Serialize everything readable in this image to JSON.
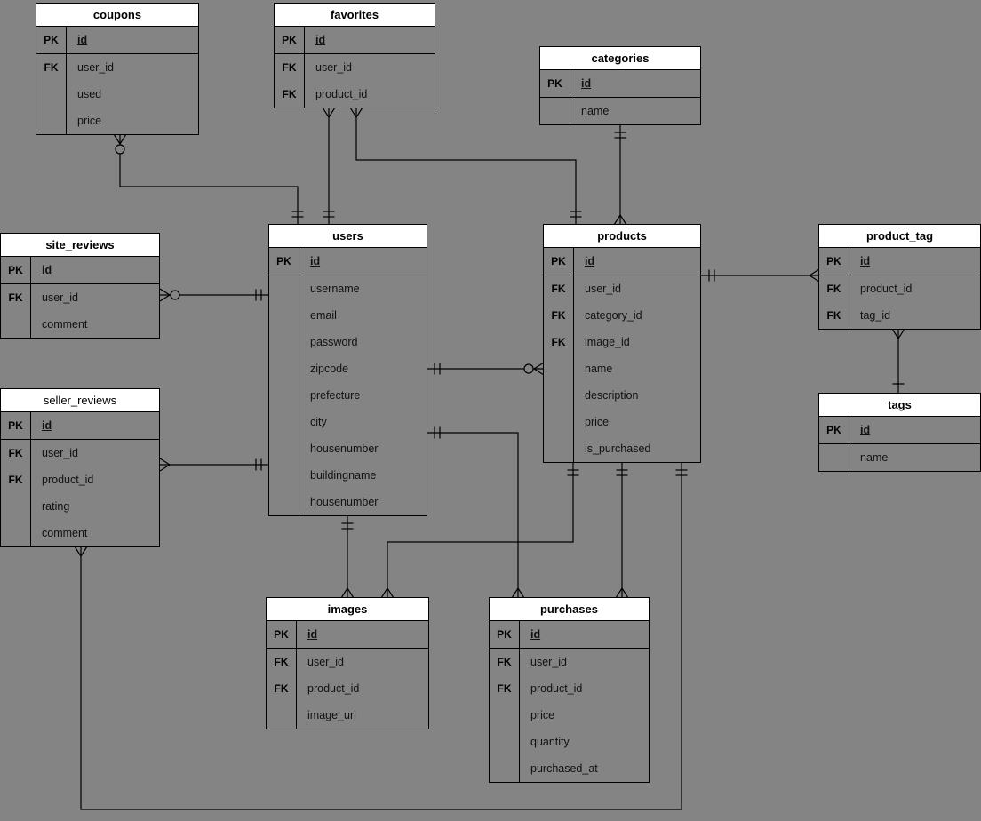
{
  "diagram_type": "entity-relationship-diagram",
  "colors": {
    "background": "#848484",
    "table_header_bg": "#ffffff",
    "table_body_bg": "#848484",
    "border": "#000000",
    "line": "#000000",
    "text": "#000000"
  },
  "tables": [
    {
      "id": "coupons",
      "title": "coupons",
      "title_bold": true,
      "pk": {
        "key": "PK",
        "field": "id"
      },
      "fields": [
        {
          "key": "FK",
          "field": "user_id"
        },
        {
          "key": "",
          "field": "used"
        },
        {
          "key": "",
          "field": "price"
        }
      ]
    },
    {
      "id": "favorites",
      "title": "favorites",
      "title_bold": true,
      "pk": {
        "key": "PK",
        "field": "id"
      },
      "fields": [
        {
          "key": "FK",
          "field": "user_id"
        },
        {
          "key": "FK",
          "field": "product_id"
        }
      ]
    },
    {
      "id": "categories",
      "title": "categories",
      "title_bold": true,
      "pk": {
        "key": "PK",
        "field": "id"
      },
      "fields": [
        {
          "key": "",
          "field": "name"
        }
      ]
    },
    {
      "id": "site_reviews",
      "title": "site_reviews",
      "title_bold": true,
      "pk": {
        "key": "PK",
        "field": "id"
      },
      "fields": [
        {
          "key": "FK",
          "field": "user_id"
        },
        {
          "key": "",
          "field": "comment"
        }
      ]
    },
    {
      "id": "users",
      "title": "users",
      "title_bold": true,
      "pk": {
        "key": "PK",
        "field": "id"
      },
      "fields": [
        {
          "key": "",
          "field": "username"
        },
        {
          "key": "",
          "field": "email"
        },
        {
          "key": "",
          "field": "password"
        },
        {
          "key": "",
          "field": "zipcode"
        },
        {
          "key": "",
          "field": "prefecture"
        },
        {
          "key": "",
          "field": "city"
        },
        {
          "key": "",
          "field": "housenumber"
        },
        {
          "key": "",
          "field": "buildingname"
        },
        {
          "key": "",
          "field": "housenumber"
        }
      ]
    },
    {
      "id": "products",
      "title": "products",
      "title_bold": true,
      "pk": {
        "key": "PK",
        "field": "id"
      },
      "fields": [
        {
          "key": "FK",
          "field": "user_id"
        },
        {
          "key": "FK",
          "field": "category_id"
        },
        {
          "key": "FK",
          "field": "image_id"
        },
        {
          "key": "",
          "field": "name"
        },
        {
          "key": "",
          "field": "description"
        },
        {
          "key": "",
          "field": "price"
        },
        {
          "key": "",
          "field": "is_purchased"
        }
      ]
    },
    {
      "id": "product_tag",
      "title": "product_tag",
      "title_bold": true,
      "pk": {
        "key": "PK",
        "field": "id"
      },
      "fields": [
        {
          "key": "FK",
          "field": "product_id"
        },
        {
          "key": "FK",
          "field": "tag_id"
        }
      ]
    },
    {
      "id": "seller_reviews",
      "title": "seller_reviews",
      "title_bold": false,
      "pk": {
        "key": "PK",
        "field": "id"
      },
      "fields": [
        {
          "key": "FK",
          "field": "user_id"
        },
        {
          "key": "FK",
          "field": "product_id"
        },
        {
          "key": "",
          "field": "rating"
        },
        {
          "key": "",
          "field": "comment"
        }
      ]
    },
    {
      "id": "tags",
      "title": "tags",
      "title_bold": true,
      "pk": {
        "key": "PK",
        "field": "id"
      },
      "fields": [
        {
          "key": "",
          "field": "name"
        }
      ]
    },
    {
      "id": "images",
      "title": "images",
      "title_bold": true,
      "pk": {
        "key": "PK",
        "field": "id"
      },
      "fields": [
        {
          "key": "FK",
          "field": "user_id"
        },
        {
          "key": "FK",
          "field": "product_id"
        },
        {
          "key": "",
          "field": "image_url"
        }
      ]
    },
    {
      "id": "purchases",
      "title": "purchases",
      "title_bold": true,
      "pk": {
        "key": "PK",
        "field": "id"
      },
      "fields": [
        {
          "key": "FK",
          "field": "user_id"
        },
        {
          "key": "FK",
          "field": "product_id"
        },
        {
          "key": "",
          "field": "price"
        },
        {
          "key": "",
          "field": "quantity"
        },
        {
          "key": "",
          "field": "purchased_at"
        }
      ]
    }
  ],
  "relationships": [
    {
      "from": "coupons",
      "from_cardinality": "zero-or-many",
      "to": "users",
      "to_cardinality": "one"
    },
    {
      "from": "favorites",
      "from_cardinality": "many",
      "to": "users",
      "to_cardinality": "one"
    },
    {
      "from": "favorites",
      "from_cardinality": "many",
      "to": "products",
      "to_cardinality": "one"
    },
    {
      "from": "products",
      "from_cardinality": "many",
      "to": "categories",
      "to_cardinality": "one"
    },
    {
      "from": "site_reviews",
      "from_cardinality": "zero-or-many",
      "to": "users",
      "to_cardinality": "one"
    },
    {
      "from": "products",
      "from_cardinality": "zero-or-many",
      "to": "users",
      "to_cardinality": "one"
    },
    {
      "from": "seller_reviews",
      "from_cardinality": "many",
      "to": "users",
      "to_cardinality": "one"
    },
    {
      "from": "images",
      "from_cardinality": "many",
      "to": "users",
      "to_cardinality": "one"
    },
    {
      "from": "purchases",
      "from_cardinality": "many",
      "to": "users",
      "to_cardinality": "one"
    },
    {
      "from": "images",
      "from_cardinality": "many",
      "to": "products",
      "to_cardinality": "one"
    },
    {
      "from": "purchases",
      "from_cardinality": "many",
      "to": "products",
      "to_cardinality": "one"
    },
    {
      "from": "seller_reviews",
      "from_cardinality": "many",
      "to": "products",
      "to_cardinality": "one"
    },
    {
      "from": "product_tag",
      "from_cardinality": "many",
      "to": "products",
      "to_cardinality": "one"
    },
    {
      "from": "product_tag",
      "from_cardinality": "many",
      "to": "tags",
      "to_cardinality": "one"
    }
  ]
}
